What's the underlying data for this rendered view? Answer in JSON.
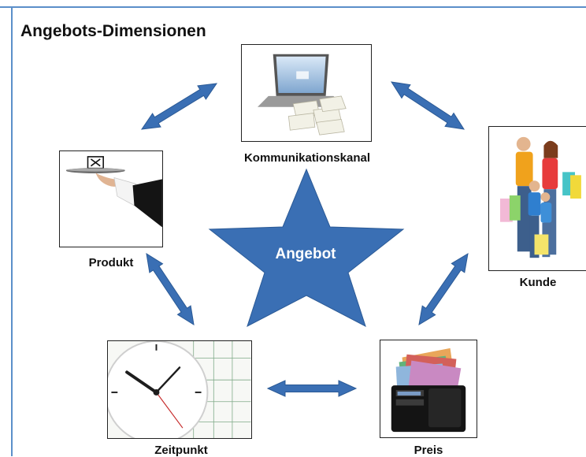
{
  "title": "Angebots-Dimensionen",
  "center_label": "Angebot",
  "nodes": {
    "kommunikationskanal": {
      "label": "Kommunikationskanal",
      "icon": "laptop-with-envelopes-icon"
    },
    "kunde": {
      "label": "Kunde",
      "icon": "family-with-shopping-bags-icon"
    },
    "produkt": {
      "label": "Produkt",
      "icon": "serving-tray-icon"
    },
    "zeitpunkt": {
      "label": "Zeitpunkt",
      "icon": "clock-and-calendar-icon"
    },
    "preis": {
      "label": "Preis",
      "icon": "wallet-with-banknotes-icon"
    }
  },
  "colors": {
    "accent": "#3a6fb4",
    "accent_stroke": "#2b5a96",
    "frame": "#5b8fc9"
  }
}
